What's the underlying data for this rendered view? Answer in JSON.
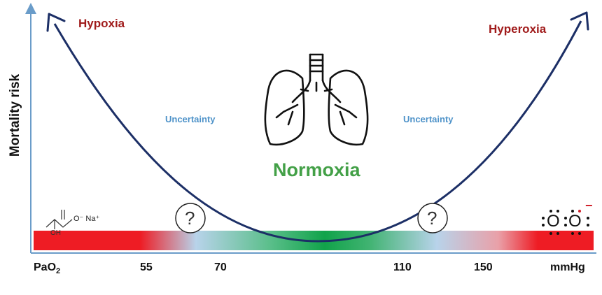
{
  "y_axis_label": "Mortality risk",
  "zones": {
    "hypoxia": "Hypoxia",
    "hyperoxia": "Hyperoxia",
    "normoxia": "Normoxia",
    "uncertainty_left": "Uncertainty",
    "uncertainty_right": "Uncertainty"
  },
  "x_axis": {
    "unit_label_main": "PaO",
    "unit_label_sub": "2",
    "ticks": [
      "55",
      "70",
      "110",
      "150"
    ],
    "unit": "mmHg"
  },
  "question_marks": [
    "?",
    "?"
  ],
  "lactate": {
    "formula": "O⁻ Na⁺",
    "hydroxyl": "OH"
  },
  "oxygen": {
    "symbol": "O",
    "charge": "−"
  },
  "colors": {
    "risk_text": "#a01b1b",
    "uncertainty_text": "#4f93c9",
    "normoxia_text": "#43a047",
    "curve": "#1c2f66",
    "axis": "#6a9cc9",
    "bar_red": "#ee1c24",
    "bar_blue": "#b8d3ea",
    "bar_green": "#11a34a"
  },
  "icons": [
    "lungs-icon",
    "lactate-molecule-icon",
    "oxygen-molecule-icon",
    "question-icon"
  ]
}
